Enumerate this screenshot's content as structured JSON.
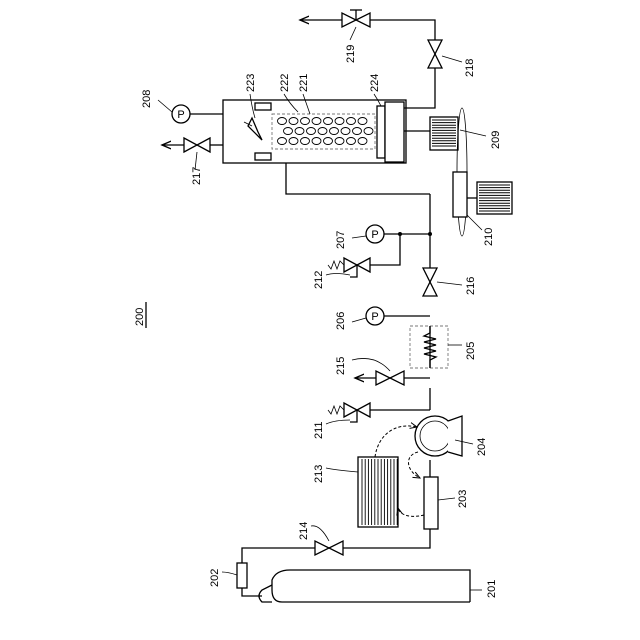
{
  "figure_number": "200",
  "labels": {
    "l201": "201",
    "l202": "202",
    "l203": "203",
    "l204": "204",
    "l205": "205",
    "l206": "206",
    "l207": "207",
    "l208": "208",
    "l209": "209",
    "l210": "210",
    "l211": "211",
    "l212": "212",
    "l213": "213",
    "l214": "214",
    "l215": "215",
    "l216": "216",
    "l217": "217",
    "l218": "218",
    "l219": "219",
    "l221": "221",
    "l222": "222",
    "l223": "223",
    "l224": "224"
  },
  "gauge_symbol": "P"
}
